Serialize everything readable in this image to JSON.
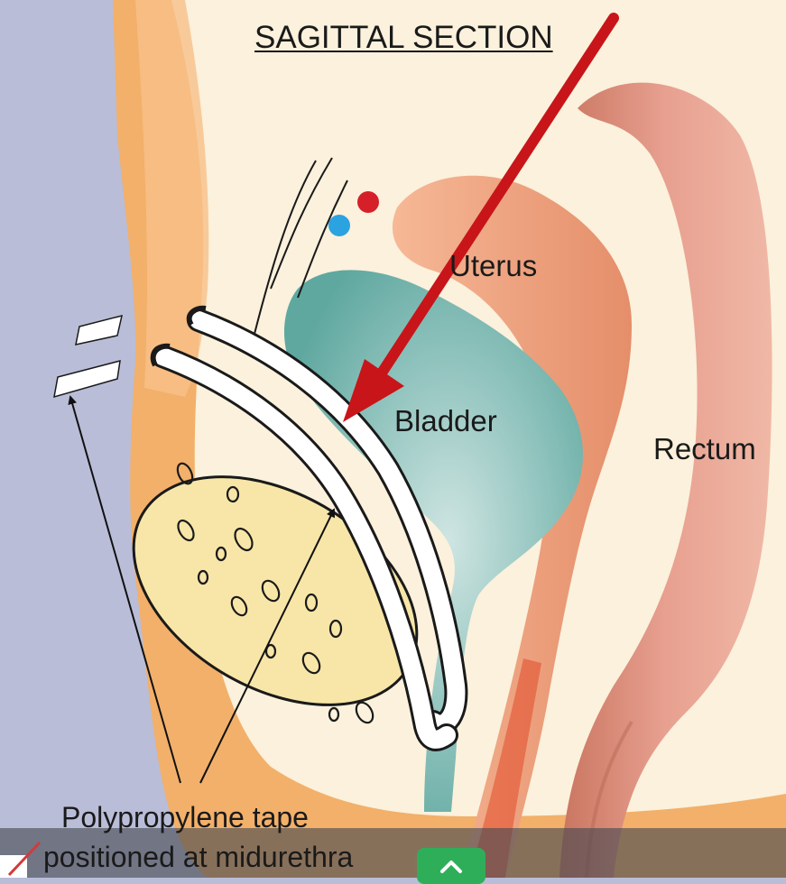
{
  "diagram": {
    "title": "SAGITTAL SECTION",
    "labels": {
      "uterus": "Uterus",
      "bladder": "Bladder",
      "rectum": "Rectum"
    },
    "caption": {
      "line1": "Polypropylene tape",
      "line2": "positioned at midurethra"
    }
  },
  "colors": {
    "background": "#b9bdd8",
    "skin": "#f2b06a",
    "cavity": "#fbf1dc",
    "bladder": "#5fa8a0",
    "uterus": "#f0a07c",
    "rectum": "#d98670",
    "pubic_bone": "#f8e6a8",
    "arrow": "#c8151a",
    "vessel_red": "#d5202a",
    "vessel_blue": "#2aa3e0",
    "button": "#2fae5a"
  },
  "controls": {
    "expand_icon": "chevron-up-icon",
    "tool_icon": "slash-icon"
  }
}
